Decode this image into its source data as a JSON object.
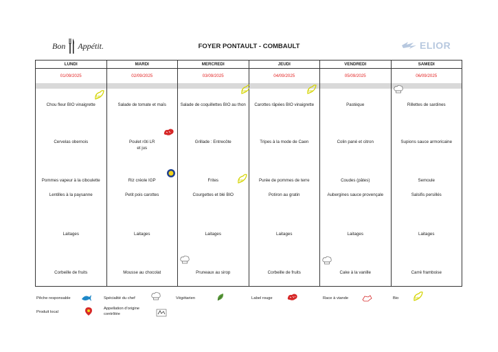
{
  "header": {
    "logo_left": "Bon",
    "logo_right": "Appétit.",
    "title": "FOYER PONTAULT - COMBAULT",
    "brand": "ELIOR"
  },
  "days": [
    {
      "name": "LUNDI",
      "date": "01/09/2025",
      "dishes": [
        "Chou fleur BIO vinaigrette",
        "Cervelas obernois",
        "Pommes vapeur à la ciboulette",
        "Lentilles à la paysanne",
        "Laitages",
        "Corbeille de fruits"
      ]
    },
    {
      "name": "MARDI",
      "date": "02/09/2025",
      "dishes": [
        "Salade de tomate et maïs",
        "Poulet rôti LR\net jus",
        "Riz créole IGP",
        "Petit pois carottes",
        "Laitages",
        "Mousse au chocolat"
      ]
    },
    {
      "name": "MERCREDI",
      "date": "03/09/2025",
      "dishes": [
        "Salade de coquillettes BIO au thon",
        "Grillade : Entrecôte",
        "Frites",
        "Courgettes et blé BIO",
        "Laitages",
        "Pruneaux au sirop"
      ]
    },
    {
      "name": "JEUDI",
      "date": "04/09/2025",
      "dishes": [
        "Carottes râpées BIO vinaigrette",
        "Tripes à la mode de Caen",
        "Purée de pommes de terre",
        "Potiron au gratin",
        "Laitages",
        "Corbeille de fruits"
      ]
    },
    {
      "name": "VENDREDI",
      "date": "05/09/2025",
      "dishes": [
        "Pastèque",
        "Colin pané et citron",
        "Coudes (pâtes)",
        "Aubergines sauce provençale",
        "Laitages",
        "Cake à la vanille"
      ]
    },
    {
      "name": "SAMEDI",
      "date": "06/09/2025",
      "dishes": [
        "Rillettes de sardines",
        "Supions sauce armoricaine",
        "Semoule",
        "Salsifis persillés",
        "Laitages",
        "Carré framboise"
      ]
    }
  ],
  "legend": {
    "peche": "Pêche responsable",
    "chef": "Spécialité du chef",
    "vegetarien": "Végétarien",
    "label_rouge": "Label rouge",
    "race_viande": "Race à viande",
    "bio": "Bio",
    "local": "Produit local",
    "aoc": "Appellation d'origine\ncontrôlée"
  },
  "colors": {
    "date_red": "#e32222",
    "bio_yellow": "#d4d400",
    "label_rouge": "#d62828",
    "peche_blue": "#1e88c8",
    "veg_green": "#5a9a3c",
    "brand_blue": "#b7c8df",
    "band_gray": "#d9d9d9"
  }
}
